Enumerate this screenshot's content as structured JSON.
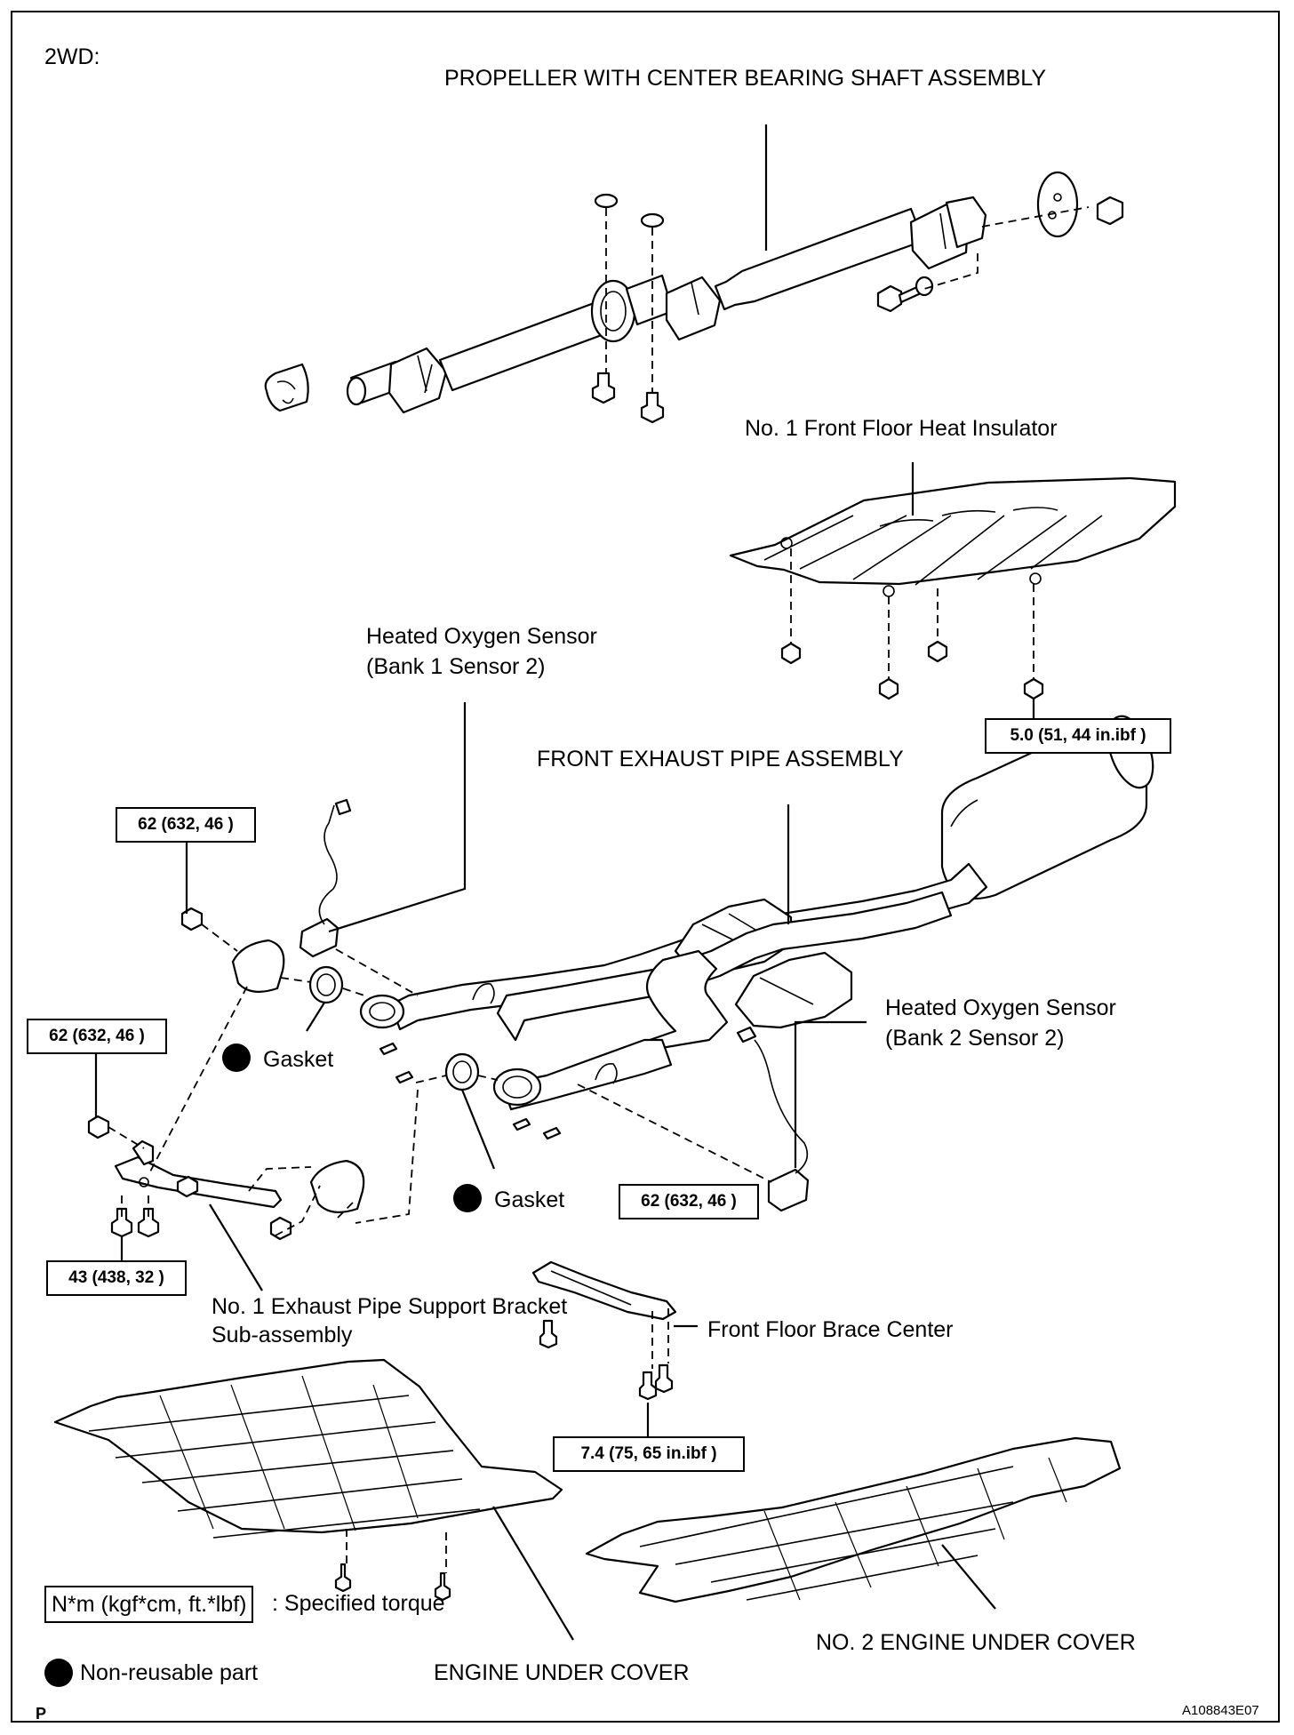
{
  "diagram": {
    "variant": "2WD:",
    "parts": {
      "propeller_shaft": "PROPELLER WITH CENTER BEARING SHAFT ASSEMBLY",
      "heat_insulator": "No. 1 Front Floor Heat Insulator",
      "oxygen_sensor_b1_line1": "Heated Oxygen Sensor",
      "oxygen_sensor_b1_line2": "(Bank 1 Sensor 2)",
      "front_exhaust_pipe": "FRONT EXHAUST PIPE ASSEMBLY",
      "oxygen_sensor_b2_line1": "Heated Oxygen Sensor",
      "oxygen_sensor_b2_line2": "(Bank 2 Sensor 2)",
      "gasket_left": "Gasket",
      "gasket_right": "Gasket",
      "support_bracket_line1": "No. 1 Exhaust Pipe Support Bracket",
      "support_bracket_line2": "Sub-assembly",
      "floor_brace": "Front Floor Brace Center",
      "engine_under_cover": "ENGINE UNDER COVER",
      "engine_under_cover_2": "NO. 2 ENGINE UNDER COVER"
    },
    "torques": {
      "heat_insulator_nut": "5.0 (51, 44 in.ibf )",
      "bracket_nut_upper": "62 (632, 46 )",
      "bracket_nut_middle": "62 (632, 46 )",
      "pipe_bolt": "62 (632, 46 )",
      "bracket_bolt": "43 (438, 32 )",
      "brace_bolt": "7.4 (75, 65 in.ibf )"
    },
    "legend": {
      "torque_unit": "N*m (kgf*cm, ft.*lbf)",
      "torque_desc": ": Specified torque",
      "nonreusable": "Non-reusable part"
    },
    "footer": {
      "page_code": "P",
      "figure_id": "A108843E07"
    }
  }
}
